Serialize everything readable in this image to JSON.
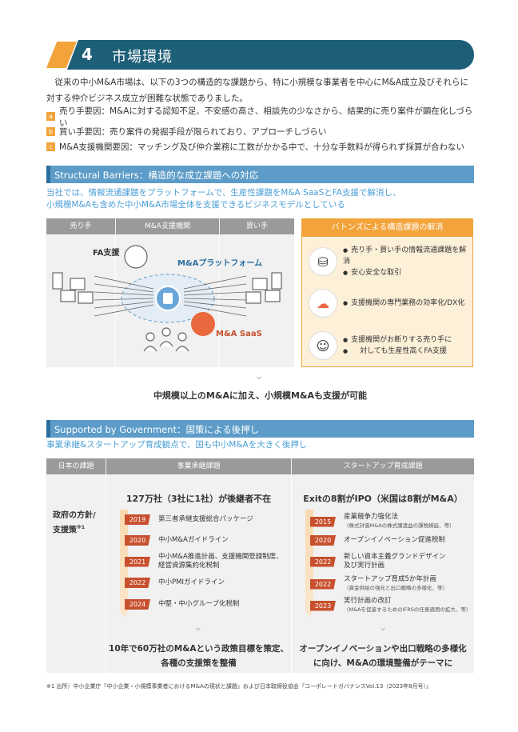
{
  "header": {
    "number": "4",
    "title": "市場環境"
  },
  "intro": "従来の中小M&A市場は、以下の3つの構造的な課題から、特に小規模な事業者を中心にM&A成立及びそれらに対する仲介ビジネス成立が困難な状態でありました。",
  "reasons": [
    {
      "tag": "a",
      "text": "売り手要因：M&Aに対する認知不足、不安感の高さ、相談先の少なさから、結果的に売り案件が顕在化しづらい"
    },
    {
      "tag": "b",
      "text": "買い手要因：売り案件の発掘手段が限られており、アプローチしづらい"
    },
    {
      "tag": "c",
      "text": "M&A支援機関要因：マッチング及び仲介業務に工数がかかる中で、十分な手数料が得られず採算が合わない"
    }
  ],
  "section1": {
    "title": "Structural Barriers：構造的な成立課題への対応",
    "sub1": "当社では、情報流通課題をプラットフォームで、生産性課題をM&A SaaSとFA支援で解消し、",
    "sub2": "小規模M&Aも含めた中小M&A市場全体を支援できるビジネスモデルとしている"
  },
  "diagram": {
    "cols": [
      "売り手",
      "M&A支援機関",
      "買い手"
    ],
    "fa": "FA支援",
    "platform": "M&Aプラットフォーム",
    "saas": "M&A SaaS"
  },
  "solution": {
    "title": "バトンズによる構造課題の解消",
    "rows": [
      {
        "icon": "network",
        "items": [
          "売り手・買い手の情報流通課題を解消",
          "安心安全な取引"
        ]
      },
      {
        "icon": "cloud",
        "items": [
          "支援機関の専門業務の効率化/DX化"
        ]
      },
      {
        "icon": "people",
        "items": [
          "支援機関がお断りする売り手に",
          "対しても生産性高くFA支援"
        ]
      }
    ]
  },
  "conclusion1": "中規模以上のM&Aに加え、小規模M&Aも支援が可能",
  "section2": {
    "title": "Supported by Government：国策による後押し",
    "sub": "事業承継&スタートアップ育成観点で、国も中小M&Aを大きく後押し"
  },
  "gov": {
    "cols": [
      "日本の課題",
      "事業承継課題",
      "スタートアップ育成課題"
    ],
    "left1": "政府の方針/",
    "left2": "支援策",
    "left_note": "※1",
    "succession": {
      "headline": "127万社（3社に1社）が後継者不在",
      "events": [
        {
          "year": "2019",
          "text": "第三者承継支援総合パッケージ",
          "note": ""
        },
        {
          "year": "2020",
          "text": "中小M&Aガイドライン",
          "note": ""
        },
        {
          "year": "2021",
          "text": "中小M&A推進計画、支援機関登録制度、",
          "text2": "経営資源集約化税制",
          "note": ""
        },
        {
          "year": "2022",
          "text": "中小PMIガイドライン",
          "note": ""
        },
        {
          "year": "2024",
          "text": "中堅・中小グループ化税制",
          "note": ""
        }
      ],
      "conclusion1": "10年で60万社のM&Aという政策目標を策定、",
      "conclusion2": "各種の支援策を整備"
    },
    "startup": {
      "headline": "Exitの8割がIPO（米国は8割がM&A）",
      "events": [
        {
          "year": "2015",
          "text": "産業競争力強化法",
          "note": "（株式対価M&Aの株式譲渡益の課税繰延、等）"
        },
        {
          "year": "2020",
          "text": "オープンイノベーション促進税制",
          "note": ""
        },
        {
          "year": "2022",
          "text": "新しい資本主義グランドデザイン",
          "text2": "及び実行計画",
          "note": ""
        },
        {
          "year": "2022",
          "text": "スタートアップ育成5か年計画",
          "note": "（資金供給の強化と出口戦略の多様化、等）"
        },
        {
          "year": "2023",
          "text": "実行計画の改訂",
          "note": "（M&Aを促進するためのIFRSの任意適用の拡大、等）"
        }
      ],
      "conclusion1": "オープンイノベーションや出口戦略の多様化",
      "conclusion2": "に向け、M&Aの環境整備がテーマに"
    }
  },
  "footnote": "※1 出所）中小企業庁『中小企業・小規模事業者におけるM&Aの現状と課題』および日本取締役協会『コーポレートガバナンスVol.13（2023年8月号）』",
  "colors": {
    "accent": "#f2a33a",
    "navy": "#1e5f78",
    "section": "#5d9cc8",
    "year": "#c8502e"
  }
}
